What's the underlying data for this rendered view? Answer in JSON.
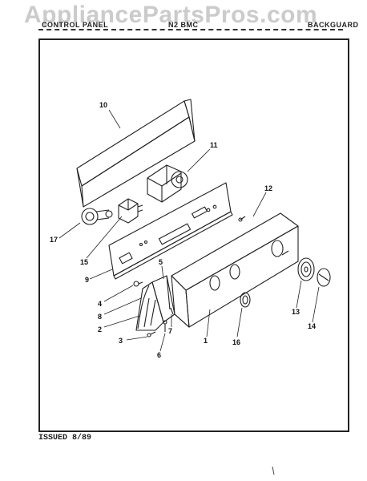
{
  "watermark": "AppliancePartsPros.com",
  "header": {
    "left": "CONTROL PANEL",
    "middle": "N2 BMC",
    "right": "BACKGUARD"
  },
  "footer": {
    "issued": "ISSUED 8/89"
  },
  "callouts": [
    "10",
    "11",
    "12",
    "17",
    "15",
    "9",
    "5",
    "4",
    "8",
    "2",
    "3",
    "6",
    "7",
    "1",
    "16",
    "13",
    "14"
  ]
}
